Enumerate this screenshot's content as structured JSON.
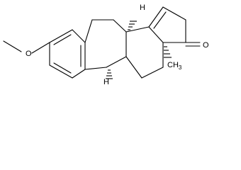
{
  "molecule": {
    "atoms": {
      "oxygen_methoxy": "O",
      "oxygen_ketone": "O",
      "hydrogen_c8": "H",
      "hydrogen_c9": "H",
      "methyl_c13": "CH3"
    },
    "bond_color": "#000000"
  }
}
